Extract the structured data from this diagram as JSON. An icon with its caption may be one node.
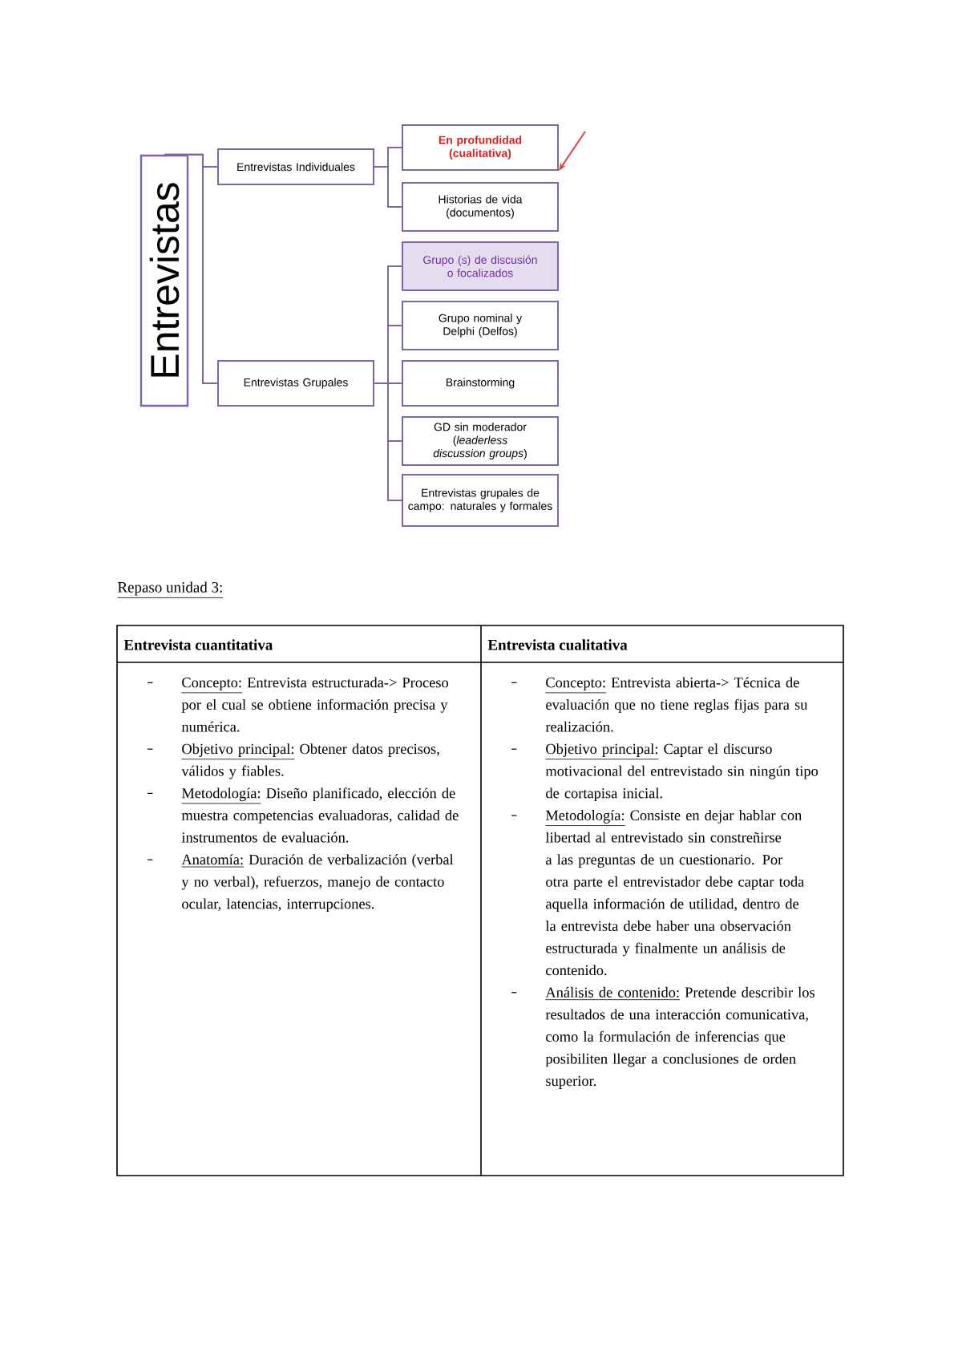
{
  "diagram": {
    "nodes": [
      {
        "text": [
          "Entrevistas"
        ]
      },
      {
        "text": [
          "Entrevistas Individuales"
        ]
      },
      {
        "text": [
          "En profundidad (cualitativa)"
        ]
      },
      {
        "text": [
          "Historias de vida (documentos)"
        ]
      },
      {
        "text": [
          "Entrevistas Grupales"
        ]
      },
      {
        "text": [
          "Grupo (s) de discusión o focalizados"
        ]
      },
      {
        "text": [
          "Grupo nominal  y Delphi (Delfos)"
        ]
      },
      {
        "text": [
          "Brainstorming"
        ]
      },
      {
        "text": [
          "GD sin moderador (*leaderless discussion groups*)"
        ]
      },
      {
        "text": [
          "Entrevistas grupales de campo: naturales y formales"
        ]
      }
    ],
    "edges": [
      {
        "from": 0,
        "to": 1,
        "arrow": "none"
      },
      {
        "from": 0,
        "to": 4,
        "arrow": "none"
      },
      {
        "from": 1,
        "to": 2,
        "arrow": "none"
      },
      {
        "from": 1,
        "to": 3,
        "arrow": "none"
      },
      {
        "from": 4,
        "to": 5,
        "arrow": "none"
      },
      {
        "from": 4,
        "to": 6,
        "arrow": "none"
      },
      {
        "from": 4,
        "to": 7,
        "arrow": "none"
      },
      {
        "from": 4,
        "to": 8,
        "arrow": "none"
      },
      {
        "from": 4,
        "to": 9,
        "arrow": "none"
      },
      {
        "from": null,
        "to": 2,
        "arrow": "to",
        "color": "#e03c3c"
      }
    ],
    "labels": [
      "Repaso unidad 3:",
      "Entrevista cuantitativa",
      "Entrevista cualitativa",
      "Concepto:",
      "Entrevista estructurada-> Proceso por el cual se obtiene información precisa y numérica.",
      "Objetivo principal:",
      "Obtener datos precisos, válidos y fiables.",
      "Metodología:",
      "Diseño planificado, elección de muestra competencias evaluadoras, calidad de instrumentos de evaluación.",
      "Anatomía:",
      "Duración de verbalización (verbal y no verbal), refuerzos, manejo de contacto ocular, latencias, interrupciones.",
      "Concepto:",
      "Entrevista abierta-> Técnica de evaluación que no tiene reglas fijas para su realización.",
      "Objetivo principal:",
      "Captar el discurso motivacional del entrevistado sin ningún tipo de cortapisa inicial.",
      "Metodología:",
      "Consiste en dejar hablar con libertad al entrevistado sin constreñirse a las preguntas de un cuestionario. Por otra parte el entrevistador debe captar toda aquella información de utilidad, dentro de la entrevista debe haber una observación estructurada y finalmente un análisis de contenido.",
      "Análisis de contenido:",
      "Pretende describir los resultados de una interacción comunicativa, como la formulación de inferencias que posibiliten llegar a conclusiones de orden superior."
    ]
  }
}
